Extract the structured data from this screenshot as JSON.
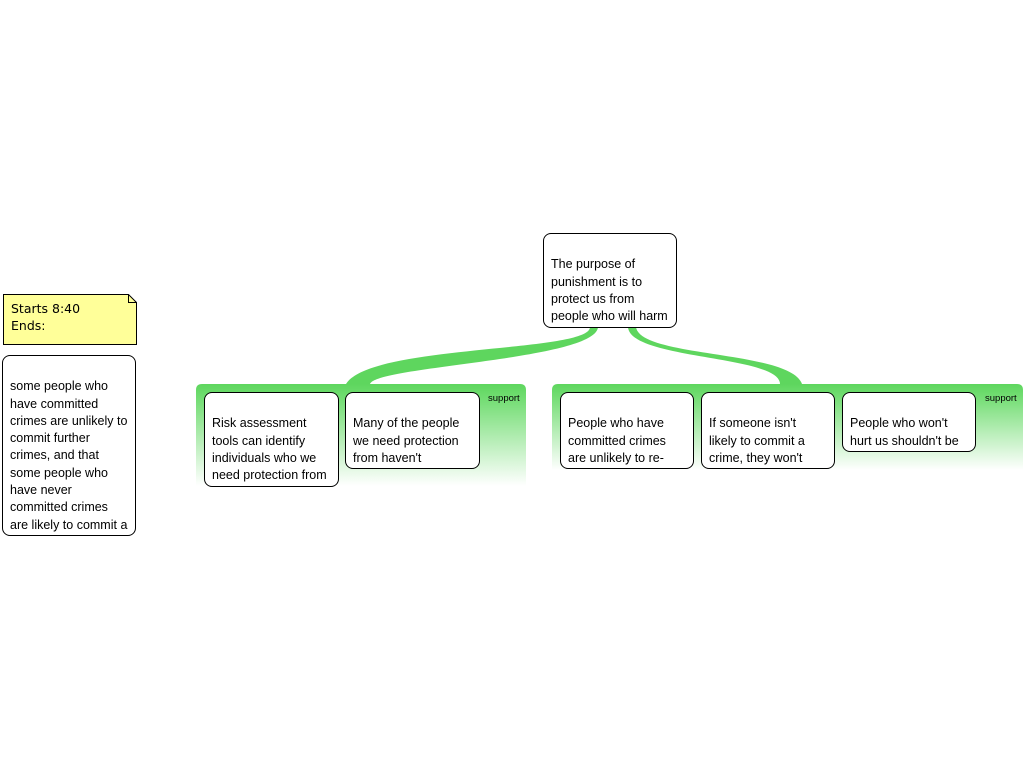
{
  "note": {
    "text": "Starts 8:40\nEnds:",
    "color": "#ffff99"
  },
  "side_claim": "some people who have committed crimes are unlikely to commit further crimes, and that some people who have never committed crimes are likely to commit a crime.",
  "main_claim": "The purpose of punishment is to protect us from people who will harm us",
  "groups": [
    {
      "label": "support",
      "premises": [
        "Risk assessment tools can identify individuals who we need protection from",
        "Many of the people we need protection from haven't committed a crime"
      ]
    },
    {
      "label": "support",
      "premises": [
        "People who have committed crimes are unlikely to re-offend",
        "If someone isn't likely to commit a crime, they won't hurt us",
        "People who won't hurt us shouldn't be punished"
      ]
    }
  ],
  "colors": {
    "support_green": "#5ed65e"
  }
}
